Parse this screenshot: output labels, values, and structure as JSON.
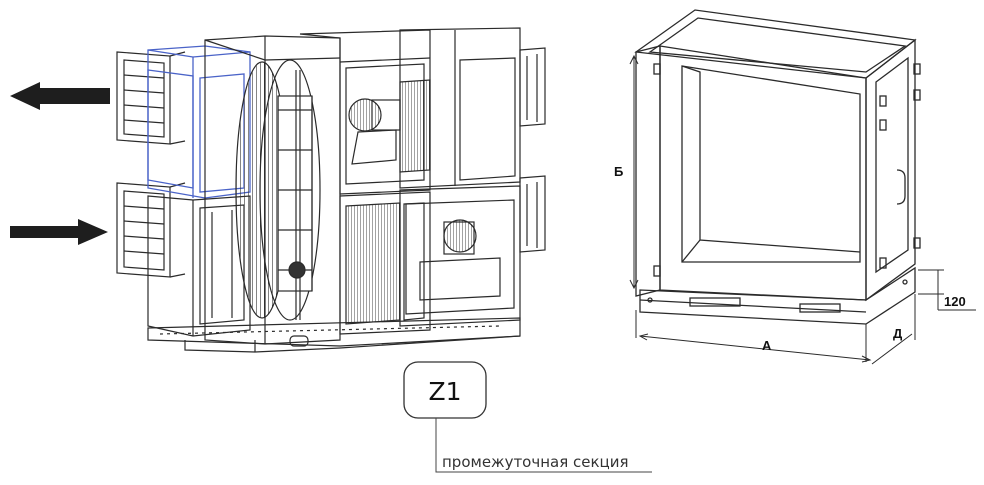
{
  "callout": {
    "code": "Z1",
    "caption": "промежуточная секция"
  },
  "dimensions": {
    "width_label": "А",
    "height_label": "Б",
    "depth_label": "Д",
    "base_height": "120"
  },
  "colors": {
    "line": "#2b2b2b",
    "highlight": "#4a63c8",
    "arrow": "#1e1e1e"
  },
  "arrows": {
    "top_direction": "left",
    "bottom_direction": "right"
  }
}
